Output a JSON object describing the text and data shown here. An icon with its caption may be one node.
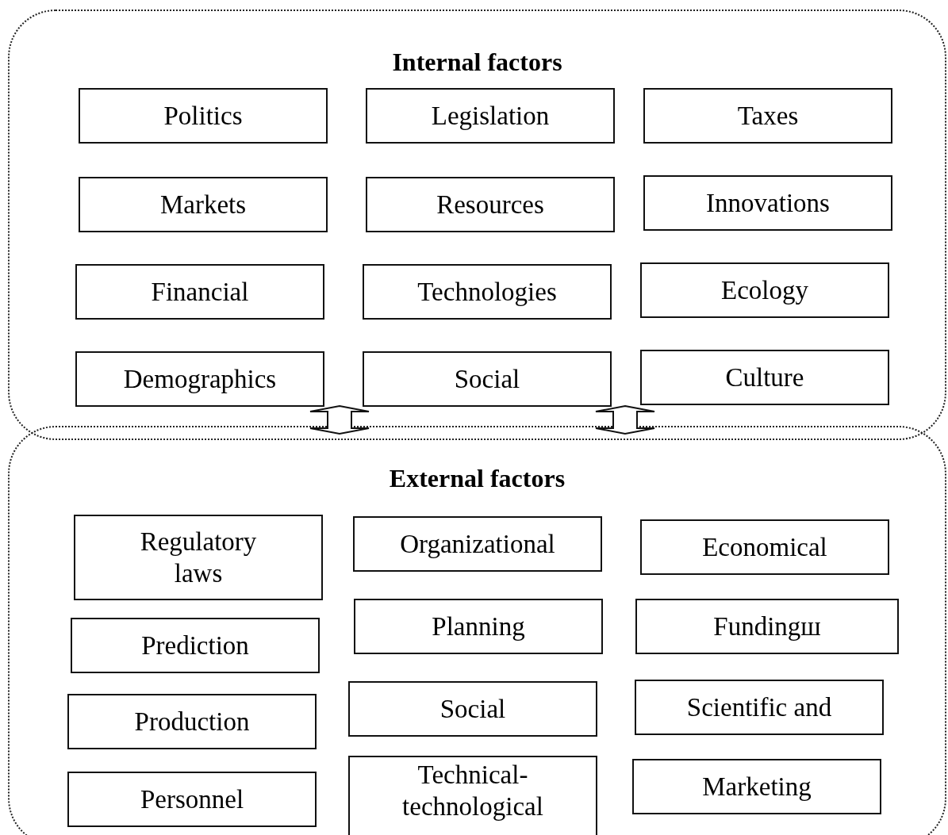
{
  "diagram": {
    "nodes": [
      {
        "text": [
          "Internal factors"
        ]
      },
      {
        "text": [
          "Politics"
        ],
        "in": 0
      },
      {
        "text": [
          "Legislation"
        ],
        "in": 0
      },
      {
        "text": [
          "Taxes"
        ],
        "in": 0
      },
      {
        "text": [
          "Markets"
        ],
        "in": 0
      },
      {
        "text": [
          "Resources"
        ],
        "in": 0
      },
      {
        "text": [
          "Innovations"
        ],
        "in": 0
      },
      {
        "text": [
          "Financial"
        ],
        "in": 0
      },
      {
        "text": [
          "Technologies"
        ],
        "in": 0
      },
      {
        "text": [
          "Ecology"
        ],
        "in": 0
      },
      {
        "text": [
          "Demographics"
        ],
        "in": 0
      },
      {
        "text": [
          "Social"
        ],
        "in": 0
      },
      {
        "text": [
          "Culture"
        ],
        "in": 0
      },
      {
        "text": [
          "External factors"
        ]
      },
      {
        "text": [
          "Regulatory laws"
        ],
        "in": 13
      },
      {
        "text": [
          "Organizational"
        ],
        "in": 13
      },
      {
        "text": [
          "Economical"
        ],
        "in": 13
      },
      {
        "text": [
          "Prediction"
        ],
        "in": 13
      },
      {
        "text": [
          "Planning"
        ],
        "in": 13
      },
      {
        "text": [
          "Fundingш"
        ],
        "in": 13
      },
      {
        "text": [
          "Production"
        ],
        "in": 13
      },
      {
        "text": [
          "Social"
        ],
        "in": 13
      },
      {
        "text": [
          "Scientific and"
        ],
        "in": 13
      },
      {
        "text": [
          "Personnel"
        ],
        "in": 13
      },
      {
        "text": [
          "Technical-technological"
        ],
        "in": 13
      },
      {
        "text": [
          "Marketing"
        ],
        "in": 13
      }
    ],
    "edges": [
      {
        "from": 0,
        "to": 13,
        "arrow": "both"
      },
      {
        "from": 0,
        "to": 13,
        "arrow": "both"
      }
    ]
  }
}
